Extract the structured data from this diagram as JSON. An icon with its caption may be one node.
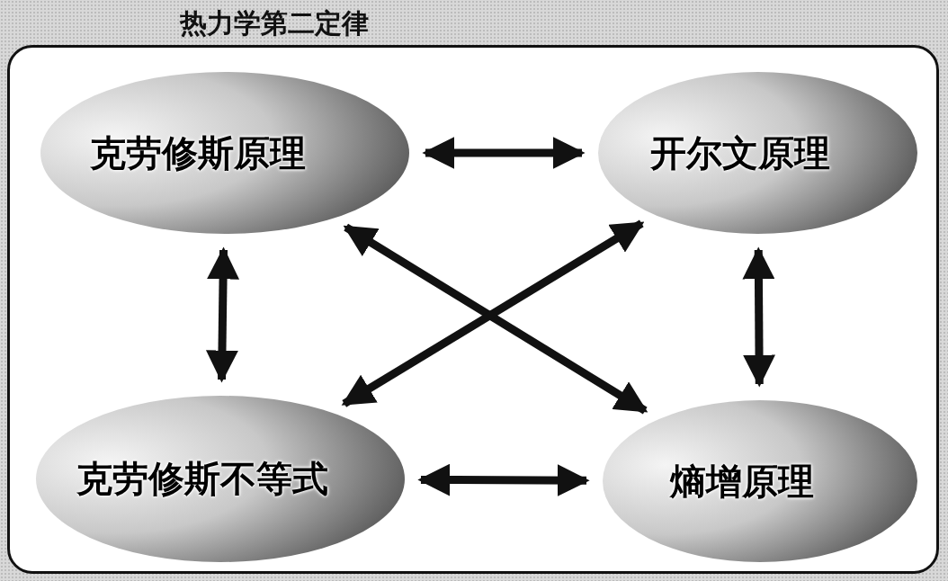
{
  "diagram": {
    "title": "热力学第二定律",
    "nodes": [
      {
        "text": [
          "克劳修斯原理"
        ]
      },
      {
        "text": [
          "开尔文原理"
        ]
      },
      {
        "text": [
          "克劳修斯不等式"
        ]
      },
      {
        "text": [
          "熵增原理"
        ]
      }
    ],
    "edges": [
      {
        "from": 0,
        "to": 1,
        "arrow": "both"
      },
      {
        "from": 0,
        "to": 2,
        "arrow": "both"
      },
      {
        "from": 1,
        "to": 3,
        "arrow": "both"
      },
      {
        "from": 0,
        "to": 3,
        "arrow": "both"
      },
      {
        "from": 1,
        "to": 2,
        "arrow": "both"
      },
      {
        "from": 2,
        "to": 3,
        "arrow": "both"
      }
    ]
  }
}
